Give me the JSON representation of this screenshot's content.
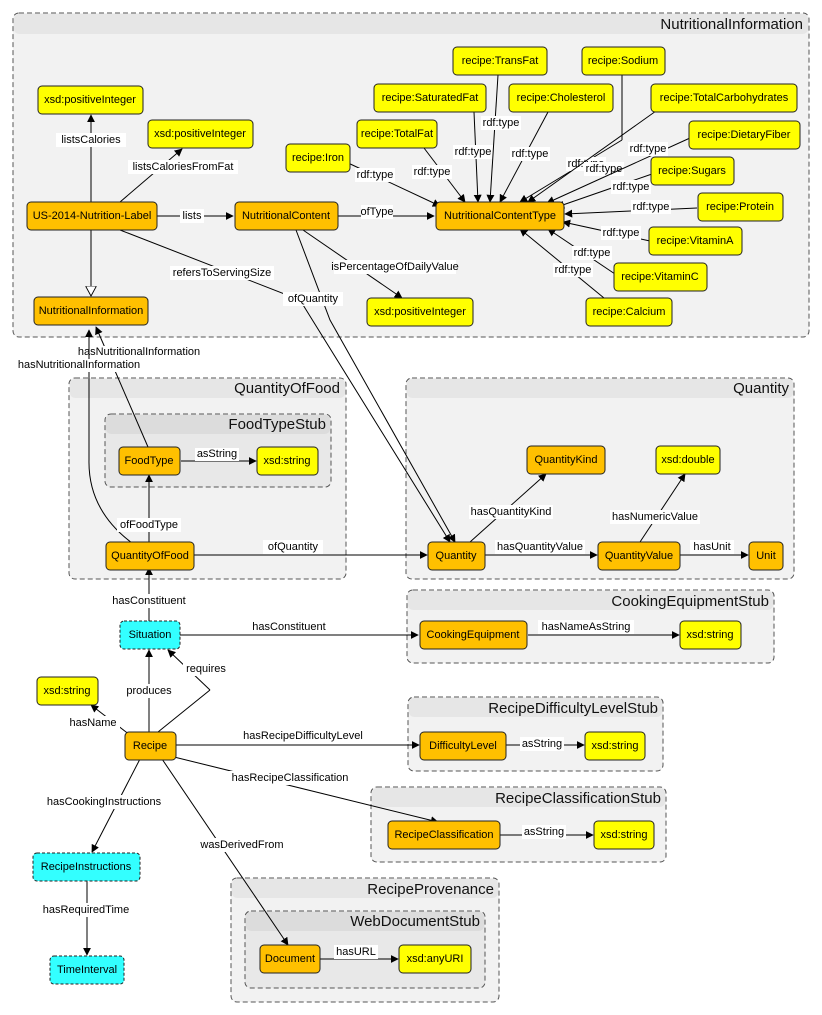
{
  "modules": {
    "nutritional_information": "NutritionalInformation",
    "quantity_of_food": "QuantityOfFood",
    "food_type_stub": "FoodTypeStub",
    "quantity": "Quantity",
    "cooking_equipment_stub": "CookingEquipmentStub",
    "recipe_difficulty_level_stub": "RecipeDifficultyLevelStub",
    "recipe_classification_stub": "RecipeClassificationStub",
    "recipe_provenance": "RecipeProvenance",
    "web_document_stub": "WebDocumentStub"
  },
  "nodes": {
    "positive_integer_calories": "xsd:positiveInteger",
    "positive_integer_fat": "xsd:positiveInteger",
    "us_label": "US-2014-Nutrition-Label",
    "nutritional_content": "NutritionalContent",
    "nutritional_content_type": "NutritionalContentType",
    "nutritional_information": "NutritionalInformation",
    "positive_integer_daily": "xsd:positiveInteger",
    "iron": "recipe:Iron",
    "total_fat": "recipe:TotalFat",
    "saturated_fat": "recipe:SaturatedFat",
    "trans_fat": "recipe:TransFat",
    "cholesterol": "recipe:Cholesterol",
    "sodium": "recipe:Sodium",
    "total_carbohydrates": "recipe:TotalCarbohydrates",
    "dietary_fiber": "recipe:DietaryFiber",
    "sugars": "recipe:Sugars",
    "protein": "recipe:Protein",
    "vitamin_a": "recipe:VitaminA",
    "vitamin_c": "recipe:VitaminC",
    "calcium": "recipe:Calcium",
    "food_type": "FoodType",
    "food_type_string": "xsd:string",
    "quantity_of_food": "QuantityOfFood",
    "quantity_kind": "QuantityKind",
    "xsd_double": "xsd:double",
    "quantity": "Quantity",
    "quantity_value": "QuantityValue",
    "unit": "Unit",
    "situation": "Situation",
    "cooking_equipment": "CookingEquipment",
    "cooking_equipment_string": "xsd:string",
    "recipe_name_string": "xsd:string",
    "recipe": "Recipe",
    "difficulty_level": "DifficultyLevel",
    "difficulty_string": "xsd:string",
    "recipe_classification": "RecipeClassification",
    "classification_string": "xsd:string",
    "recipe_instructions": "RecipeInstructions",
    "time_interval": "TimeInterval",
    "document": "Document",
    "any_uri": "xsd:anyURI"
  },
  "edges": {
    "lists_calories": "listsCalories",
    "lists_calories_from_fat": "listsCaloriesFromFat",
    "lists": "lists",
    "of_type": "ofType",
    "is_percentage_of_daily_value": "isPercentageOfDailyValue",
    "refers_to_serving_size": "refersToServingSize",
    "of_quantity_nc": "ofQuantity",
    "rdf_type_iron": "rdf:type",
    "rdf_type_total_fat": "rdf:type",
    "rdf_type_saturated_fat": "rdf:type",
    "rdf_type_trans_fat": "rdf:type",
    "rdf_type_cholesterol": "rdf:type",
    "rdf_type_sodium": "rdf:type",
    "rdf_type_total_carbohydrates": "rdf:type",
    "rdf_type_dietary_fiber": "rdf:type",
    "rdf_type_sugars": "rdf:type",
    "rdf_type_protein": "rdf:type",
    "rdf_type_vitamin_a": "rdf:type",
    "rdf_type_vitamin_c": "rdf:type",
    "rdf_type_calcium": "rdf:type",
    "has_nutritional_information_food": "hasNutritionalInformation",
    "has_nutritional_information_qof": "hasNutritionalInformation",
    "as_string_food_type": "asString",
    "of_food_type": "ofFoodType",
    "of_quantity_qof": "ofQuantity",
    "has_quantity_kind": "hasQuantityKind",
    "has_numeric_value": "hasNumericValue",
    "has_quantity_value": "hasQuantityValue",
    "has_unit": "hasUnit",
    "has_constituent_food": "hasConstituent",
    "has_constituent_equipment": "hasConstituent",
    "has_name_as_string": "hasNameAsString",
    "produces": "produces",
    "requires": "requires",
    "has_name": "hasName",
    "has_recipe_difficulty_level": "hasRecipeDifficultyLevel",
    "as_string_difficulty": "asString",
    "has_recipe_classification": "hasRecipeClassification",
    "as_string_classification": "asString",
    "has_cooking_instructions": "hasCookingInstructions",
    "was_derived_from": "wasDerivedFrom",
    "has_required_time": "hasRequiredTime",
    "has_url": "hasURL"
  },
  "colors": {
    "class_node": "#ffc000",
    "datatype_node": "#ffff00",
    "stub_node": "#33ffff",
    "module_fill": "#f2f2f2",
    "module_header": "#e6e6e6"
  }
}
